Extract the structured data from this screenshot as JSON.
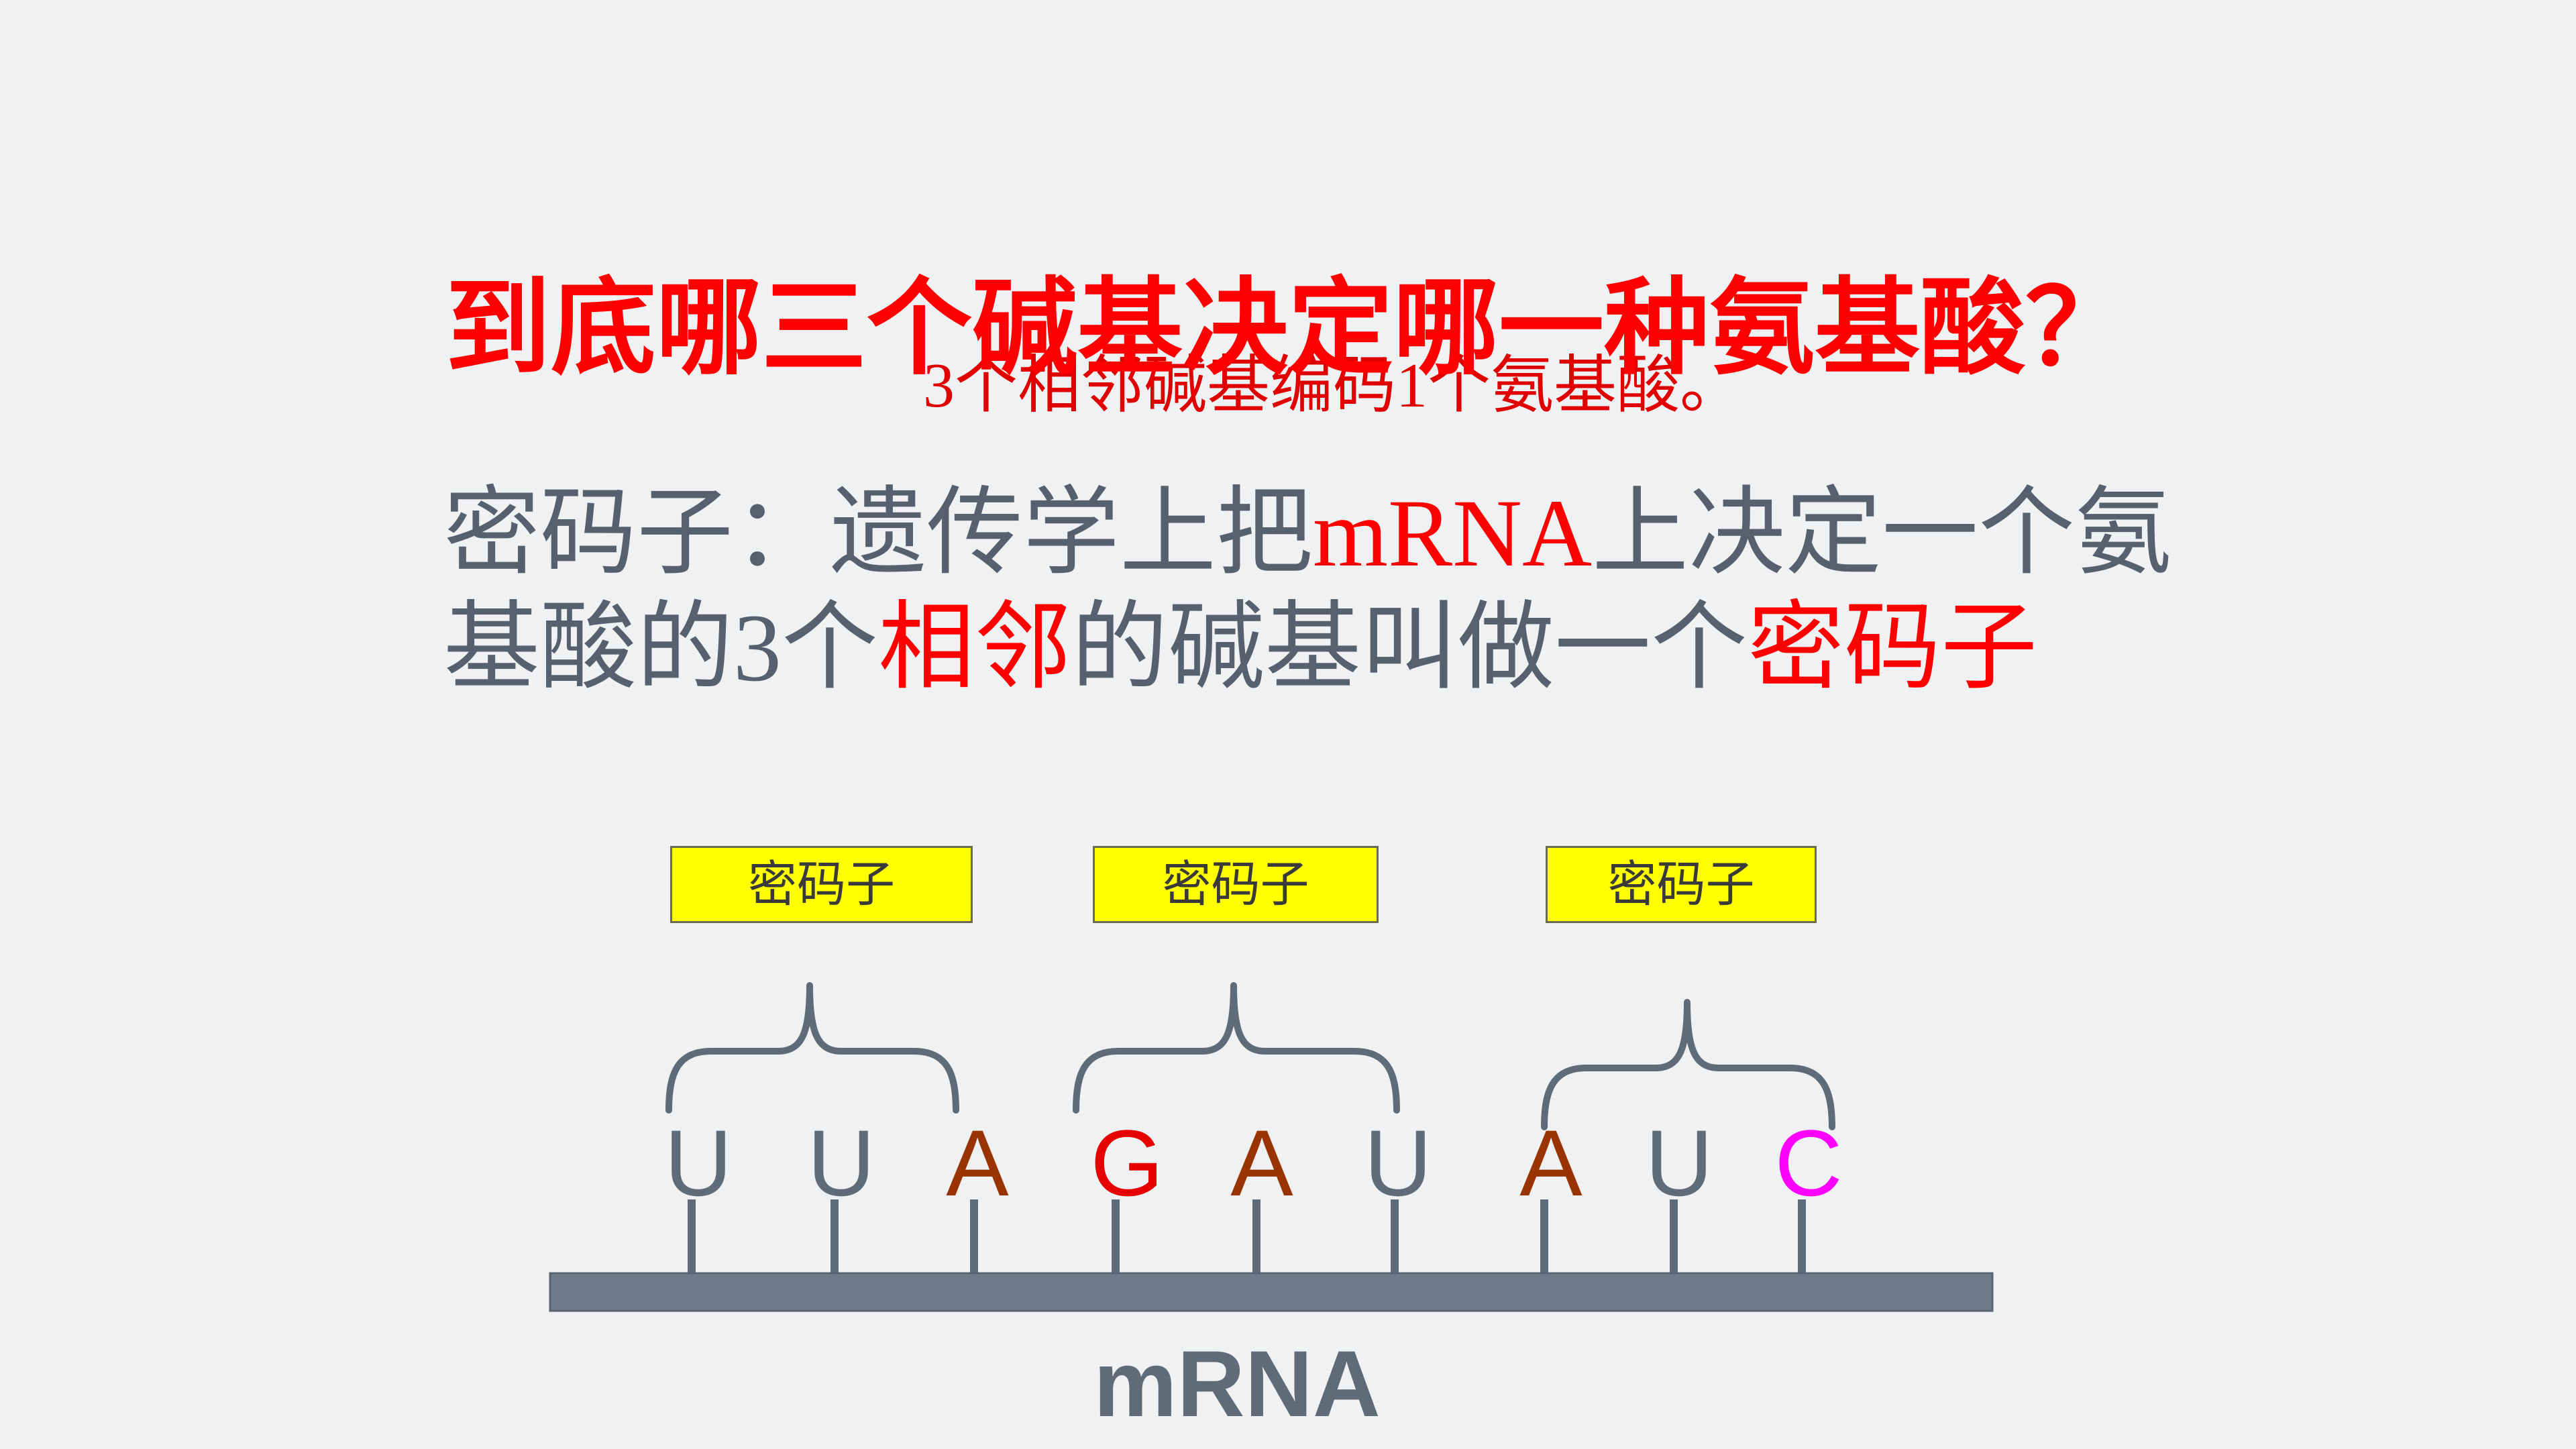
{
  "colors": {
    "background": "#eff1f3",
    "title": "#ff0000",
    "subtitle": "#e00000",
    "body_text": "#56606e",
    "highlight": "#ff0000",
    "codon_box_fill": "#ffff00",
    "codon_box_text": "#3a3a3a",
    "structure": "#5f6b78",
    "strand_fill": "#6e7a8a"
  },
  "slide": {
    "title": "到底哪三个碱基决定哪一种氨基酸？",
    "subtitle": "3个相邻碱基编码1个氨基酸。",
    "definition": {
      "line1": [
        {
          "text": "密码子：遗传学上把"
        },
        {
          "text": "mRNA"
        },
        {
          "text": "上决定一个氨"
        }
      ],
      "line2": [
        {
          "text": "基酸的3个"
        },
        {
          "text": "相邻"
        },
        {
          "text": "的碱基叫做一个"
        },
        {
          "text": "密码子"
        }
      ]
    }
  },
  "diagram": {
    "codon_labels": [
      "密码子",
      "密码子",
      "密码子"
    ],
    "bases": [
      {
        "letter": "U",
        "color": "#5f6b78"
      },
      {
        "letter": "U",
        "color": "#5f6b78"
      },
      {
        "letter": "A",
        "color": "#993300"
      },
      {
        "letter": "G",
        "color": "#e60000"
      },
      {
        "letter": "A",
        "color": "#993300"
      },
      {
        "letter": "U",
        "color": "#5f6b78"
      },
      {
        "letter": "A",
        "color": "#993300"
      },
      {
        "letter": "U",
        "color": "#5f6b78"
      },
      {
        "letter": "C",
        "color": "#ff00ff"
      }
    ],
    "strand_label": "mRNA"
  }
}
